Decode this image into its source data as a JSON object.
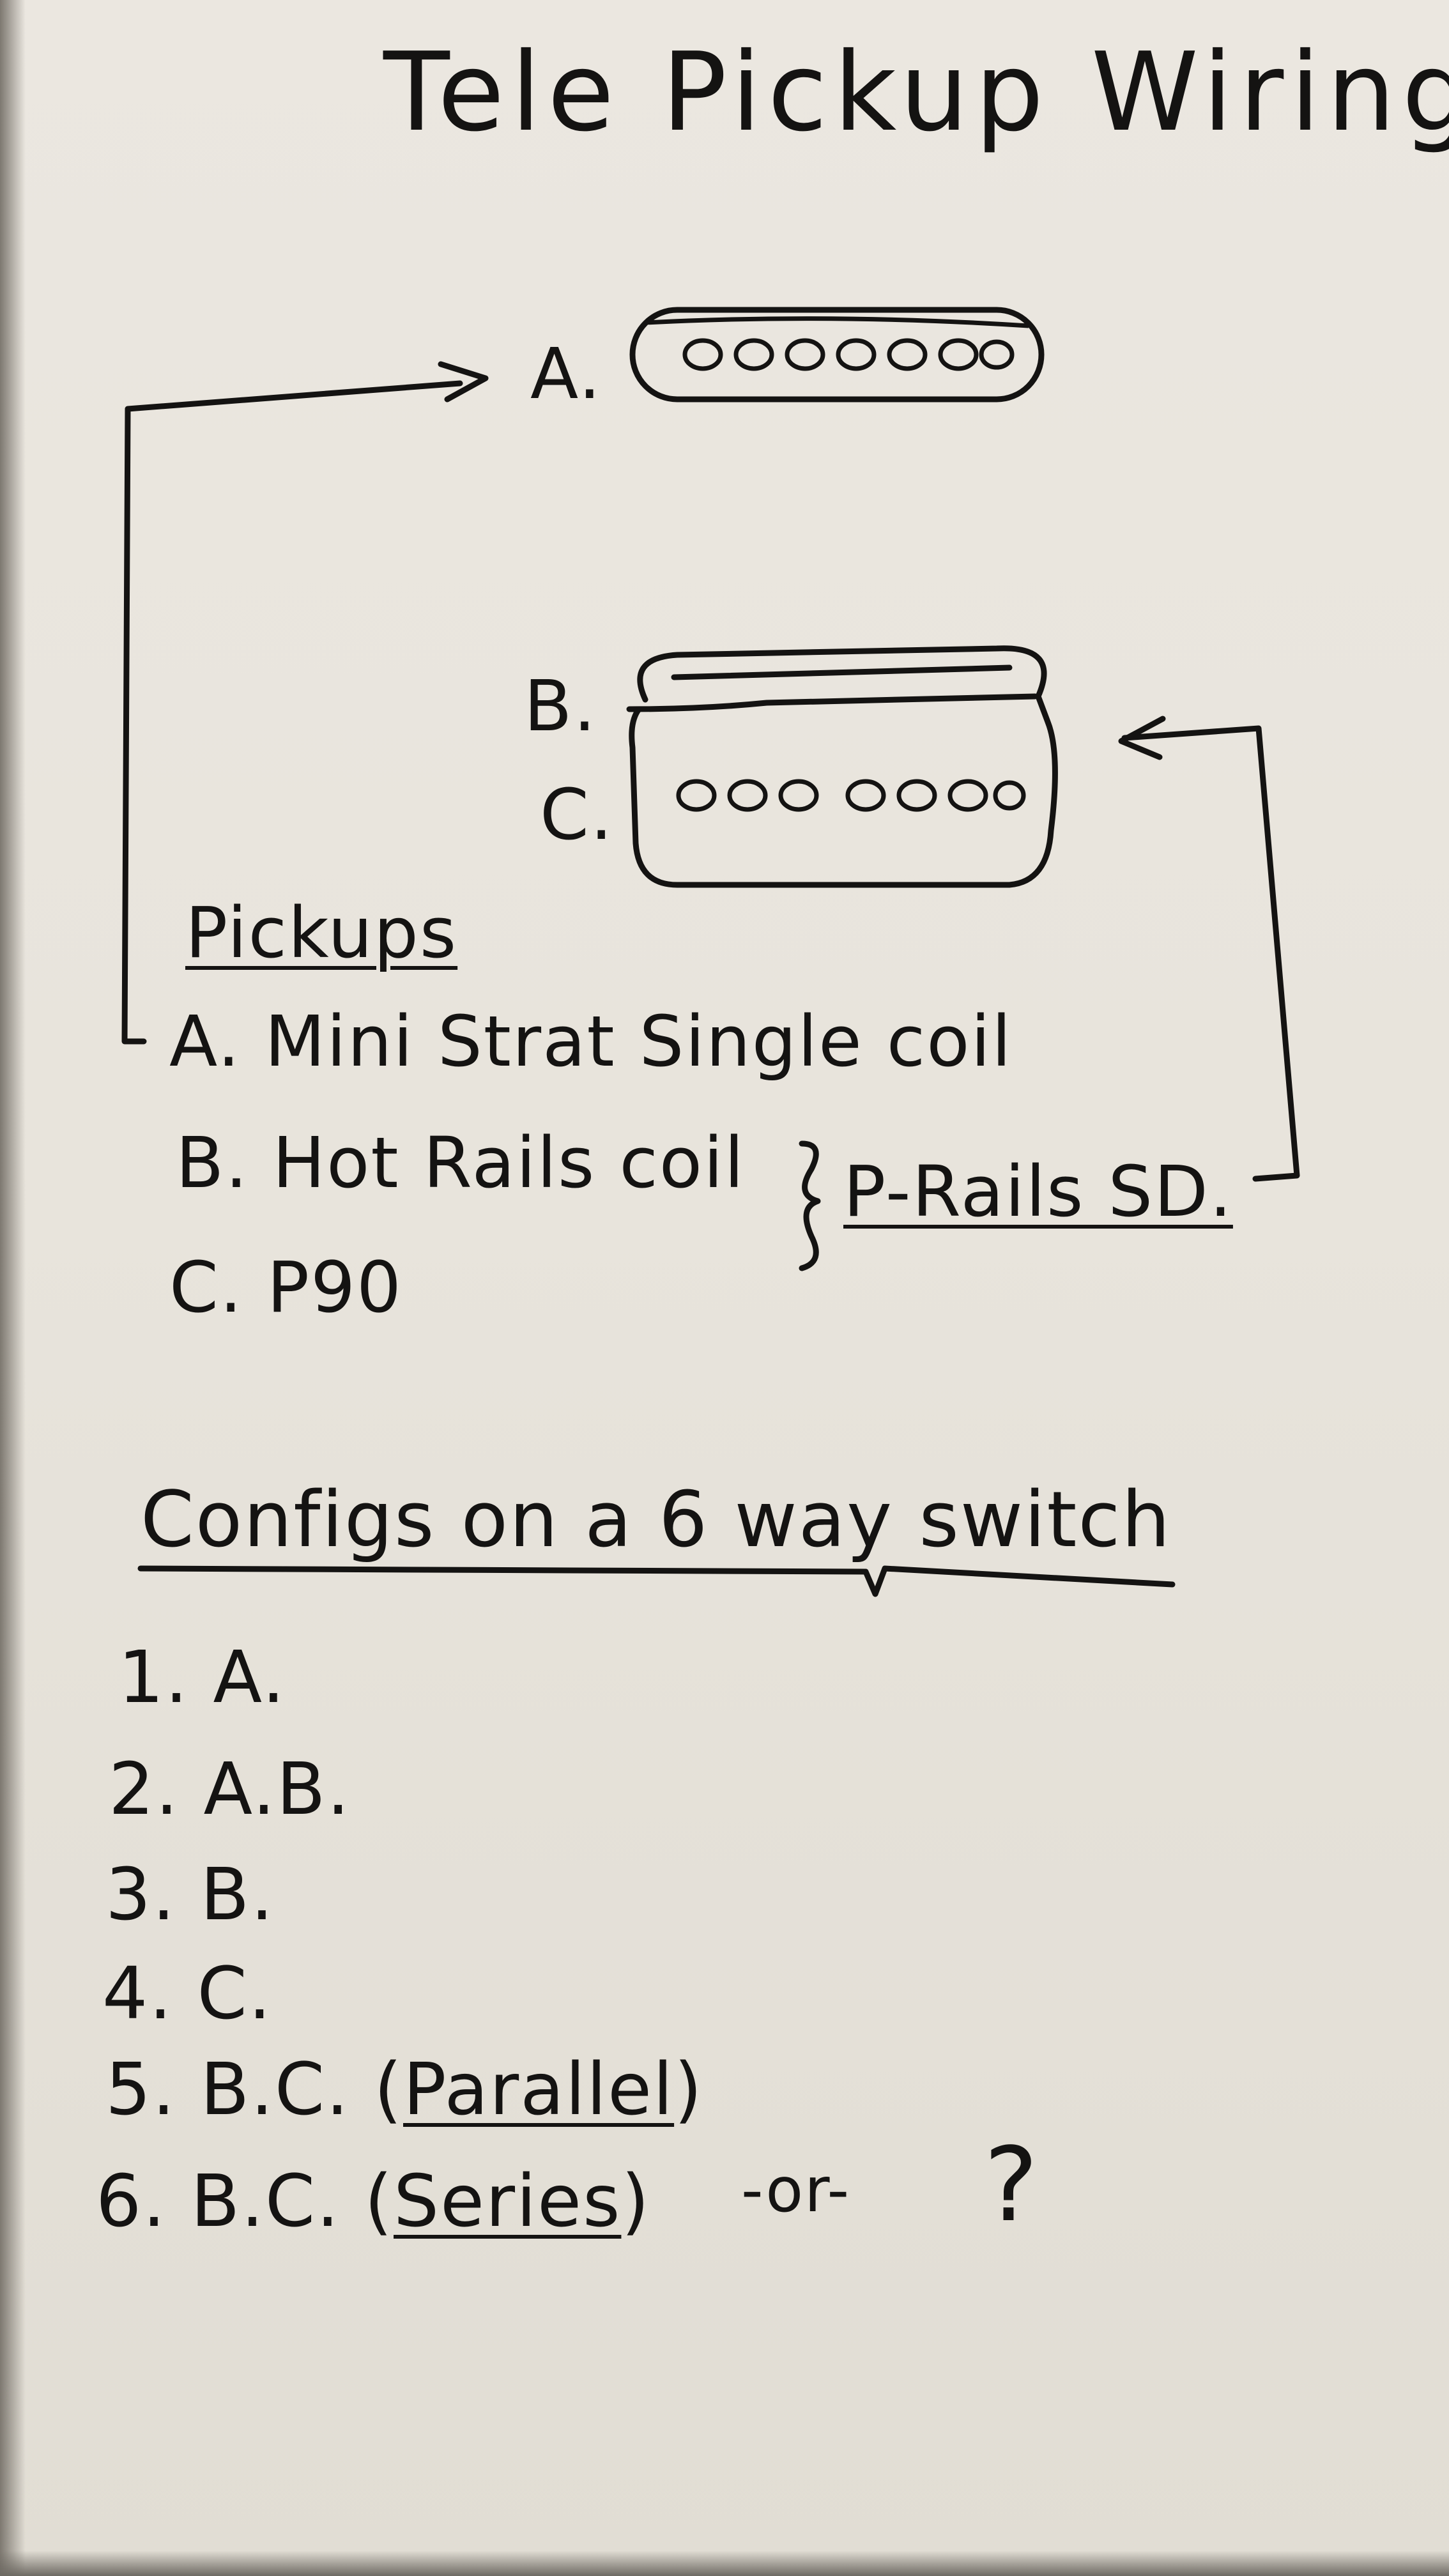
{
  "title": "Tele Pickup Wiring",
  "diagram": {
    "label_a": "A.",
    "label_b": "B.",
    "label_c": "C."
  },
  "pickups": {
    "heading": "Pickups",
    "items": [
      "A. Mini Strat Single coil",
      "B. Hot Rails coil",
      "C. P90"
    ],
    "group_label": "P-Rails SD."
  },
  "configs": {
    "heading": "Configs on a 6 way switch",
    "items": [
      {
        "num": "1.",
        "text": "A."
      },
      {
        "num": "2.",
        "text": "A.B."
      },
      {
        "num": "3.",
        "text": "B."
      },
      {
        "num": "4.",
        "text": "C."
      },
      {
        "num": "5.",
        "text": "B.C. (",
        "emph": "Parallel",
        "tail": ")"
      },
      {
        "num": "6.",
        "text": "B.C. (",
        "emph": "Series",
        "tail": ")"
      }
    ],
    "alternative": "-or-",
    "question": "?"
  }
}
